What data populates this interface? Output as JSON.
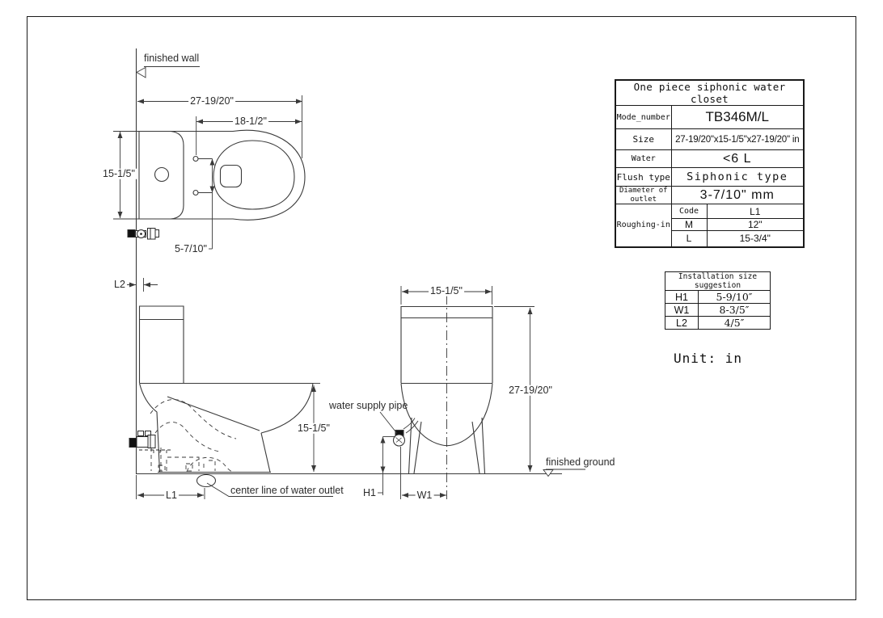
{
  "colors": {
    "line": "#3a3a3a",
    "text": "#1f1f1f",
    "background": "#ffffff"
  },
  "unit_note": "Unit:  in",
  "drawing": {
    "labels": {
      "finished_wall": "finished wall",
      "finished_ground": "finished ground",
      "water_supply_pipe": "water supply pipe",
      "center_line_of_water_outlet": "center line of water outlet"
    },
    "dimensions": {
      "plan_overall_length": "27-19/20\"",
      "plan_seat_length": "18-1/2\"",
      "plan_width": "15-1/5\"",
      "seat_bolt_spacing": "5-7/10\"",
      "l2": "L2",
      "side_bowl_height": "15-1/5\"",
      "l1": "L1",
      "front_tank_width": "15-1/5\"",
      "front_overall_height": "27-19/20\"",
      "h1": "H1",
      "w1": "W1"
    }
  },
  "spec_table": {
    "title": "One piece siphonic water closet",
    "rows": [
      {
        "label": "Mode_number",
        "value": "TB346M/L"
      },
      {
        "label": "Size",
        "value": "27-19/20\"x15-1/5\"x27-19/20\" in"
      },
      {
        "label": "Water",
        "value": "<6 L"
      },
      {
        "label": "Flush type",
        "value": "Siphonic type"
      },
      {
        "label": "Diameter of outlet",
        "value": "3-7/10\" mm"
      }
    ],
    "roughing_in": {
      "label": "Roughing-in",
      "code_header": "Code",
      "dim_header": "L1",
      "rows": [
        {
          "code": "M",
          "value": "12\""
        },
        {
          "code": "L",
          "value": "15-3/4\""
        }
      ]
    }
  },
  "installation_table": {
    "title": "Installation size suggestion",
    "rows": [
      {
        "label": "H1",
        "value": "5-9/10″"
      },
      {
        "label": "W1",
        "value": "8-3/5″"
      },
      {
        "label": "L2",
        "value": "4/5″"
      }
    ]
  }
}
